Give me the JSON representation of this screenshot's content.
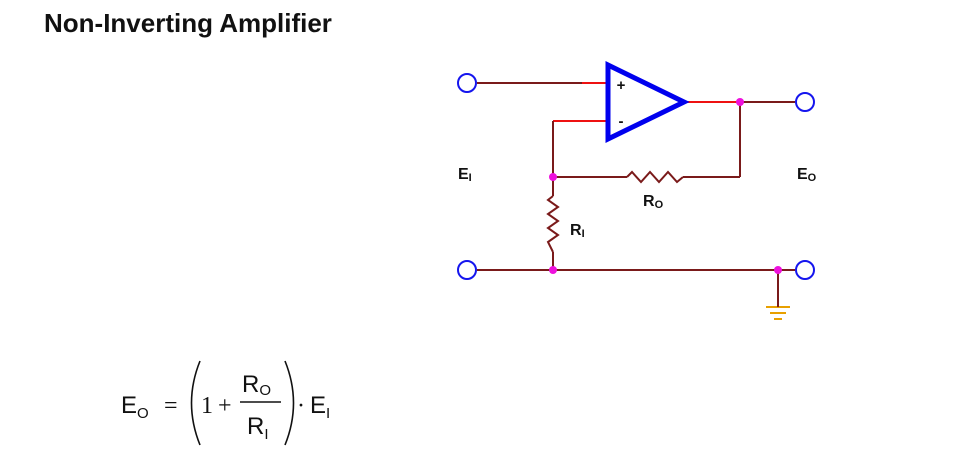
{
  "title": "Non-Inverting Amplifier",
  "circuit": {
    "plus_sign": "+",
    "minus_sign": "-",
    "input_label": {
      "main": "E",
      "sub": "I"
    },
    "output_label": {
      "main": "E",
      "sub": "O"
    },
    "feedback_resistor": {
      "main": "R",
      "sub": "O"
    },
    "input_resistor": {
      "main": "R",
      "sub": "I"
    },
    "colors": {
      "opamp": "#0000ee",
      "wire_signal": "#ee1111",
      "wire": "#7a1a1a",
      "junction": "#ee11dd",
      "terminal": "#1515ee",
      "ground": "#e8a000"
    }
  },
  "equation": {
    "lhs": {
      "main": "E",
      "sub": "O"
    },
    "equals": "=",
    "one": "1",
    "plus": "+",
    "numerator": {
      "main": "R",
      "sub": "O"
    },
    "denominator": {
      "main": "R",
      "sub": "I"
    },
    "dot": "·",
    "rhs": {
      "main": "E",
      "sub": "I"
    }
  }
}
